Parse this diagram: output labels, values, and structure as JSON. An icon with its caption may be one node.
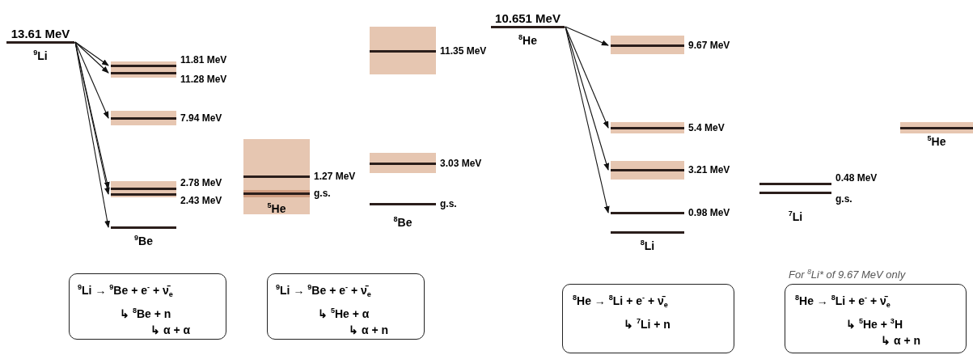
{
  "diagram": {
    "nodes": [
      {
        "text": [
          "13.61 MeV",
          "$^{9}$Li"
        ]
      },
      {
        "text": [
          "11.81 MeV"
        ]
      },
      {
        "text": [
          "11.28 MeV"
        ]
      },
      {
        "text": [
          "7.94 MeV"
        ]
      },
      {
        "text": [
          "2.78 MeV"
        ]
      },
      {
        "text": [
          "2.43 MeV"
        ]
      },
      {
        "text": [
          "$^{9}$Be"
        ]
      },
      {
        "text": [
          "$^{5}$He"
        ]
      },
      {
        "text": [
          "1.27 MeV"
        ],
        "in": 7
      },
      {
        "text": [
          "g.s."
        ],
        "in": 7
      },
      {
        "text": [
          "11.35 MeV"
        ]
      },
      {
        "text": [
          "3.03 MeV"
        ]
      },
      {
        "text": [
          "g.s.",
          "$^{8}$Be"
        ]
      },
      {
        "text": [
          "10.651 MeV",
          "$^{8}$He"
        ]
      },
      {
        "text": [
          "9.67 MeV"
        ]
      },
      {
        "text": [
          "5.4 MeV"
        ]
      },
      {
        "text": [
          "3.21 MeV"
        ]
      },
      {
        "text": [
          "0.98 MeV"
        ]
      },
      {
        "text": [
          "$^{8}$Li"
        ]
      },
      {
        "text": [
          "0.48 MeV"
        ]
      },
      {
        "text": [
          "g.s.",
          "$^{7}$Li"
        ]
      },
      {
        "text": [
          "$^{5}$He"
        ]
      },
      {
        "text": [
          "$^{9}$Li → $^{9}$Be + e$^{-}$ + ν̄$_{e}$",
          "↳ $^{8}$Be + n",
          "↳ α + α"
        ]
      },
      {
        "text": [
          "$^{9}$Li → $^{9}$Be + e$^{-}$ + ν̄$_{e}$",
          "↳ $^{5}$He + α",
          "↳ α + n"
        ]
      },
      {
        "text": [
          "$^{8}$He → $^{8}$Li + e$^{-}$ + ν̄$_{e}$",
          "↳ $^{7}$Li + n"
        ]
      },
      {
        "text": [
          "$^{8}$He → $^{8}$Li + e$^{-}$ + ν̄$_{e}$",
          "↳ $^{5}$He + $^{3}$H",
          "↳ α + n"
        ],
        "beside": [
          "For $^{8}$Li* of 9.67 MeV only"
        ]
      }
    ],
    "edges": [
      {
        "from": 0,
        "to": 1,
        "arrow": "to"
      },
      {
        "from": 0,
        "to": 2,
        "arrow": "to"
      },
      {
        "from": 0,
        "to": 3,
        "arrow": "to"
      },
      {
        "from": 0,
        "to": 4,
        "arrow": "to"
      },
      {
        "from": 0,
        "to": 5,
        "arrow": "to"
      },
      {
        "from": 0,
        "to": 6,
        "arrow": "to"
      },
      {
        "from": 13,
        "to": 14,
        "arrow": "to"
      },
      {
        "from": 13,
        "to": 15,
        "arrow": "to"
      },
      {
        "from": 13,
        "to": 16,
        "arrow": "to"
      },
      {
        "from": 13,
        "to": 17,
        "arrow": "to"
      }
    ]
  }
}
